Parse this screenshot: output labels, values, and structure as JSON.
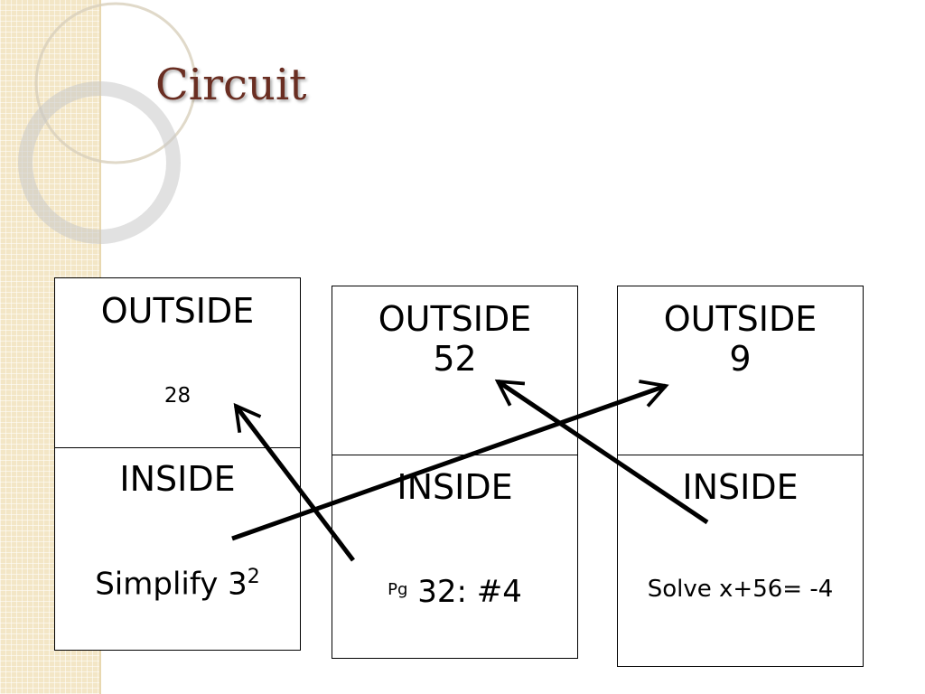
{
  "title": "Circuit",
  "cards": [
    {
      "outside_label": "OUTSIDE",
      "outside_value": "28",
      "inside_label": "INSIDE",
      "inside_text": "Simplify 3",
      "inside_sup": "2"
    },
    {
      "outside_label": "OUTSIDE",
      "outside_value": "52",
      "inside_label": "INSIDE",
      "inside_prefix": "Pg",
      "inside_text": "32: #4"
    },
    {
      "outside_label": "OUTSIDE",
      "outside_value": "9",
      "inside_label": "INSIDE",
      "inside_text": "Solve x+56= -4"
    }
  ],
  "colors": {
    "title": "#6a2e22",
    "band": "#f3e6c6",
    "line": "#000000"
  }
}
